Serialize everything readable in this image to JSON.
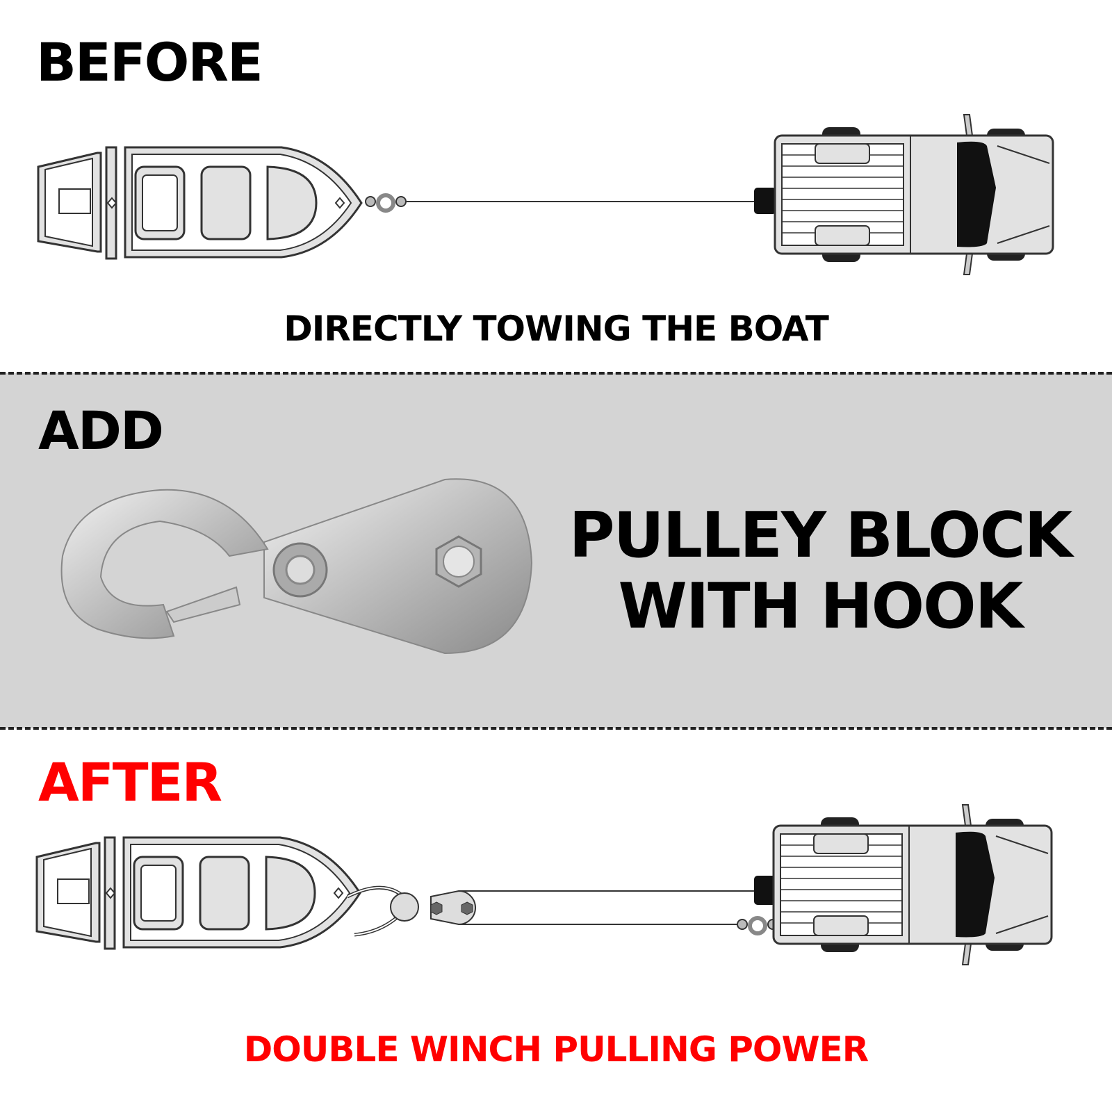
{
  "before": {
    "heading": "BEFORE",
    "caption": "DIRECTLY TOWING THE BOAT"
  },
  "add": {
    "heading": "ADD",
    "product_line1": "PULLEY BLOCK",
    "product_line2": "WITH HOOK"
  },
  "after": {
    "heading": "AFTER",
    "caption": "DOUBLE WINCH PULLING POWER"
  },
  "colors": {
    "accent": "#ff0000",
    "text": "#000000",
    "band": "#d4d4d4",
    "outline": "#333333",
    "fill": "#e2e2e2"
  }
}
